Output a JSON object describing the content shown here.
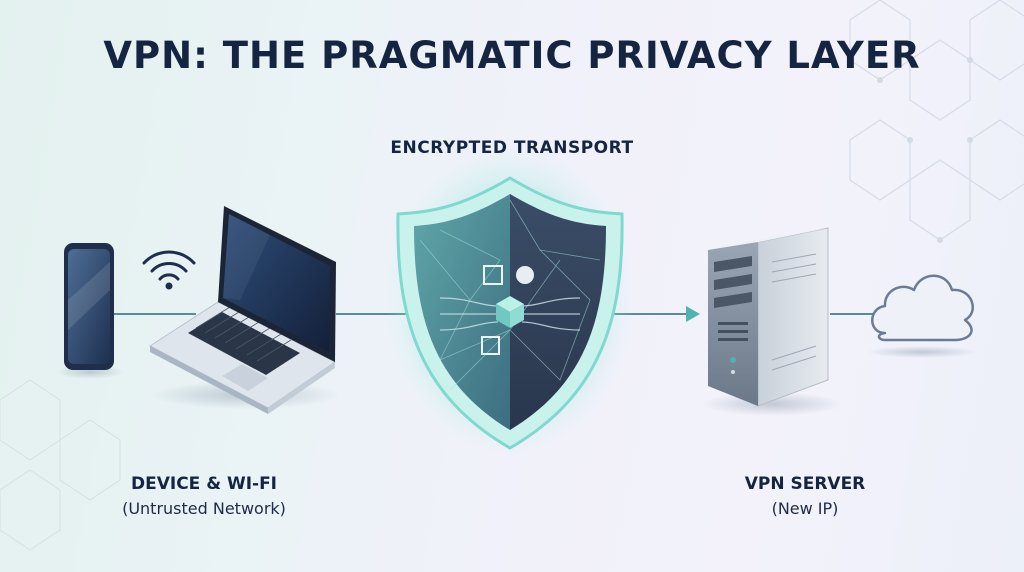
{
  "title": "VPN: THE PRAGMATIC PRIVACY LAYER",
  "transport": {
    "label": "ENCRYPTED TRANSPORT"
  },
  "device": {
    "label": "DEVICE & WI-FI",
    "sublabel": "(Untrusted Network)"
  },
  "server": {
    "label": "VPN SERVER",
    "sublabel": "(New IP)"
  },
  "icons": [
    "smartphone-icon",
    "wifi-icon",
    "laptop-icon",
    "shield-icon",
    "server-icon",
    "cloud-icon"
  ],
  "colors": {
    "navy": "#152541",
    "teal": "#5fc8c0",
    "shield_dark": "#34465f",
    "line": "#5a8d93",
    "accent_teal": "#4fb3b0"
  }
}
